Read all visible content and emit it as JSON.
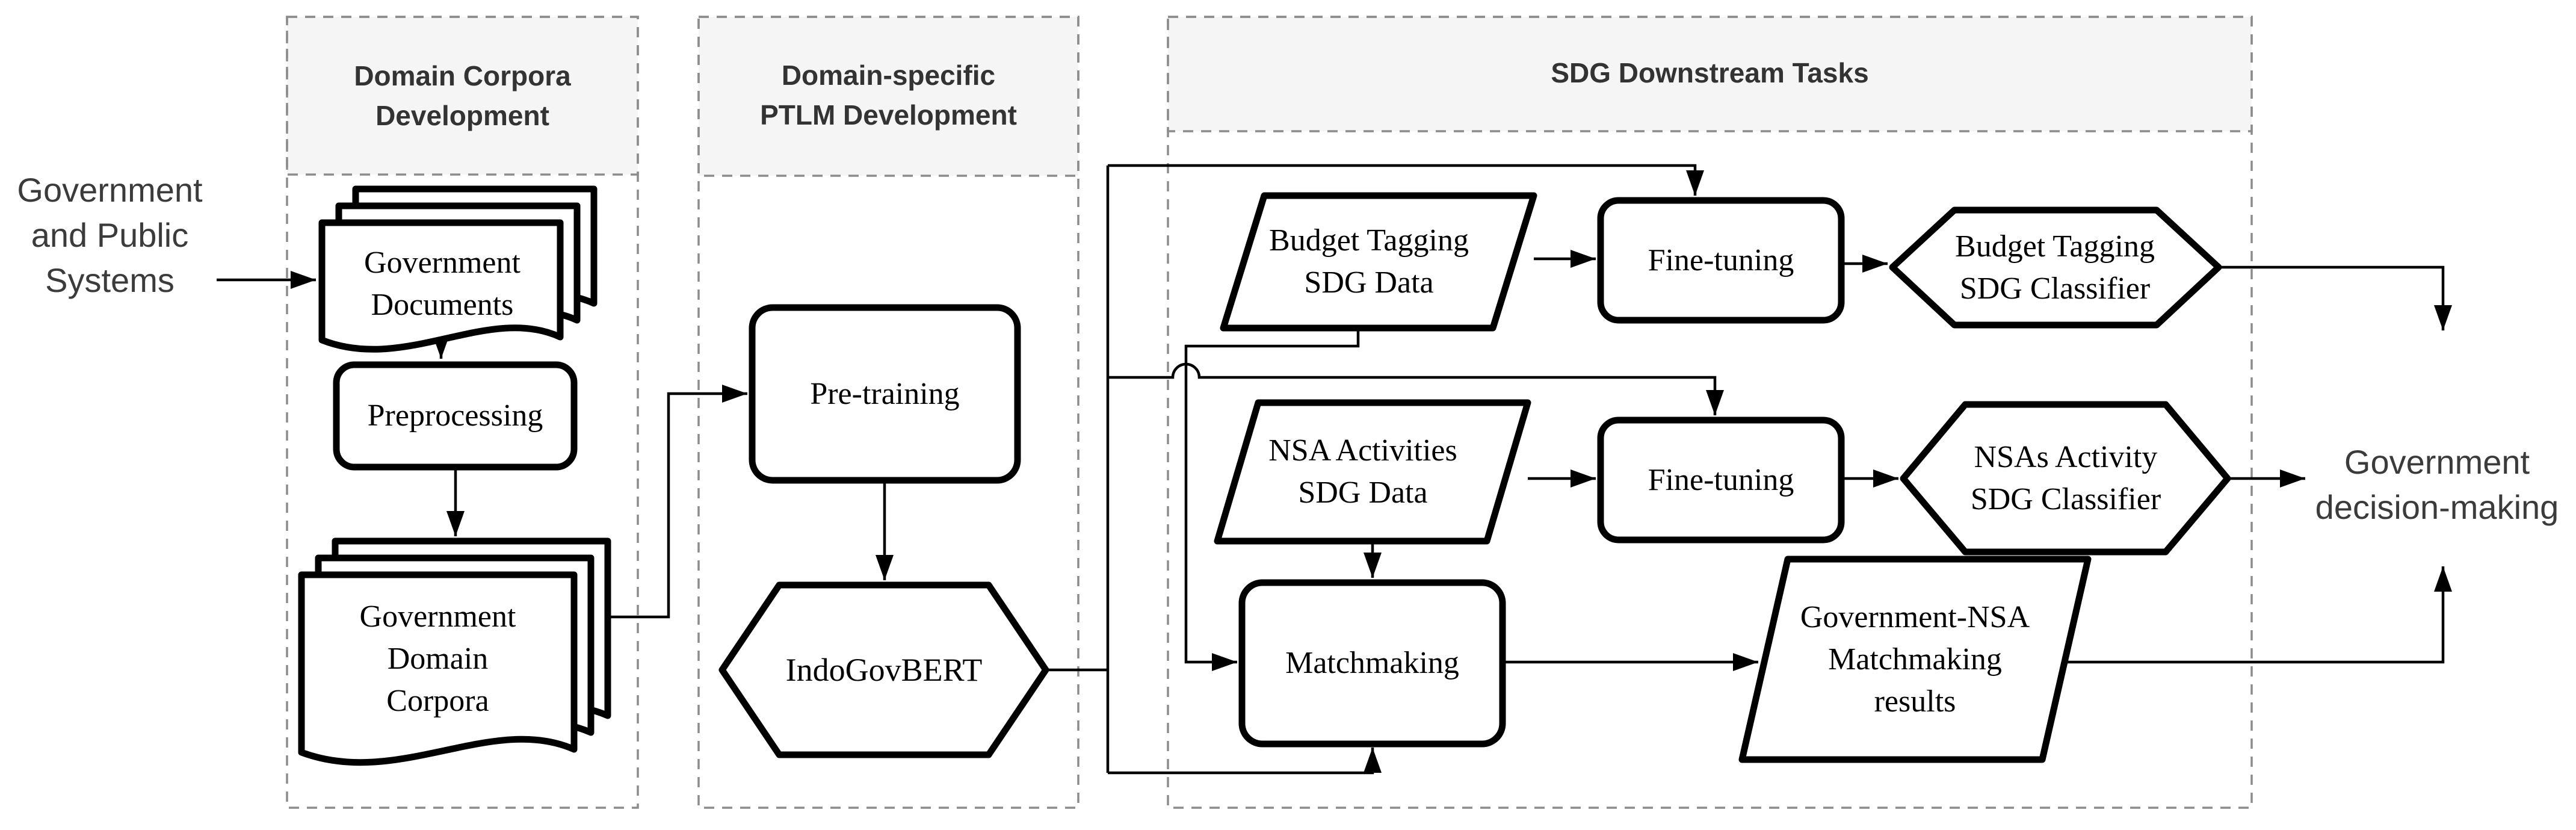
{
  "diagram": {
    "left_label": "Government\nand Public\nSystems",
    "right_label": "Government\ndecision-making",
    "sections": [
      {
        "title": "Domain Corpora\nDevelopment"
      },
      {
        "title": "Domain-specific\nPTLM Development"
      },
      {
        "title": "SDG Downstream Tasks"
      }
    ],
    "nodes": {
      "government_documents": "Government\nDocuments",
      "preprocessing": "Preprocessing",
      "government_domain_corpora": "Government\nDomain\nCorpora",
      "pre_training": "Pre-training",
      "indogovbert": "IndoGovBERT",
      "budget_tagging_sdg_data": "Budget Tagging\nSDG Data",
      "fine_tuning_1": "Fine-tuning",
      "budget_tagging_sdg_classifier": "Budget Tagging\nSDG Classifier",
      "nsa_activities_sdg_data": "NSA Activities\nSDG Data",
      "fine_tuning_2": "Fine-tuning",
      "nsas_activity_sdg_classifier": "NSAs Activity\nSDG Classifier",
      "matchmaking": "Matchmaking",
      "government_nsa_matchmaking_results": "Government-NSA\nMatchmaking\nresults"
    },
    "colors": {
      "node_stroke": "#000000",
      "node_fill": "#ffffff",
      "connector": "#000000",
      "section_border": "#8c8c8c",
      "header_fill": "#f5f5f5",
      "header_text": "#333333",
      "side_label_text": "#3b3b3b"
    }
  }
}
